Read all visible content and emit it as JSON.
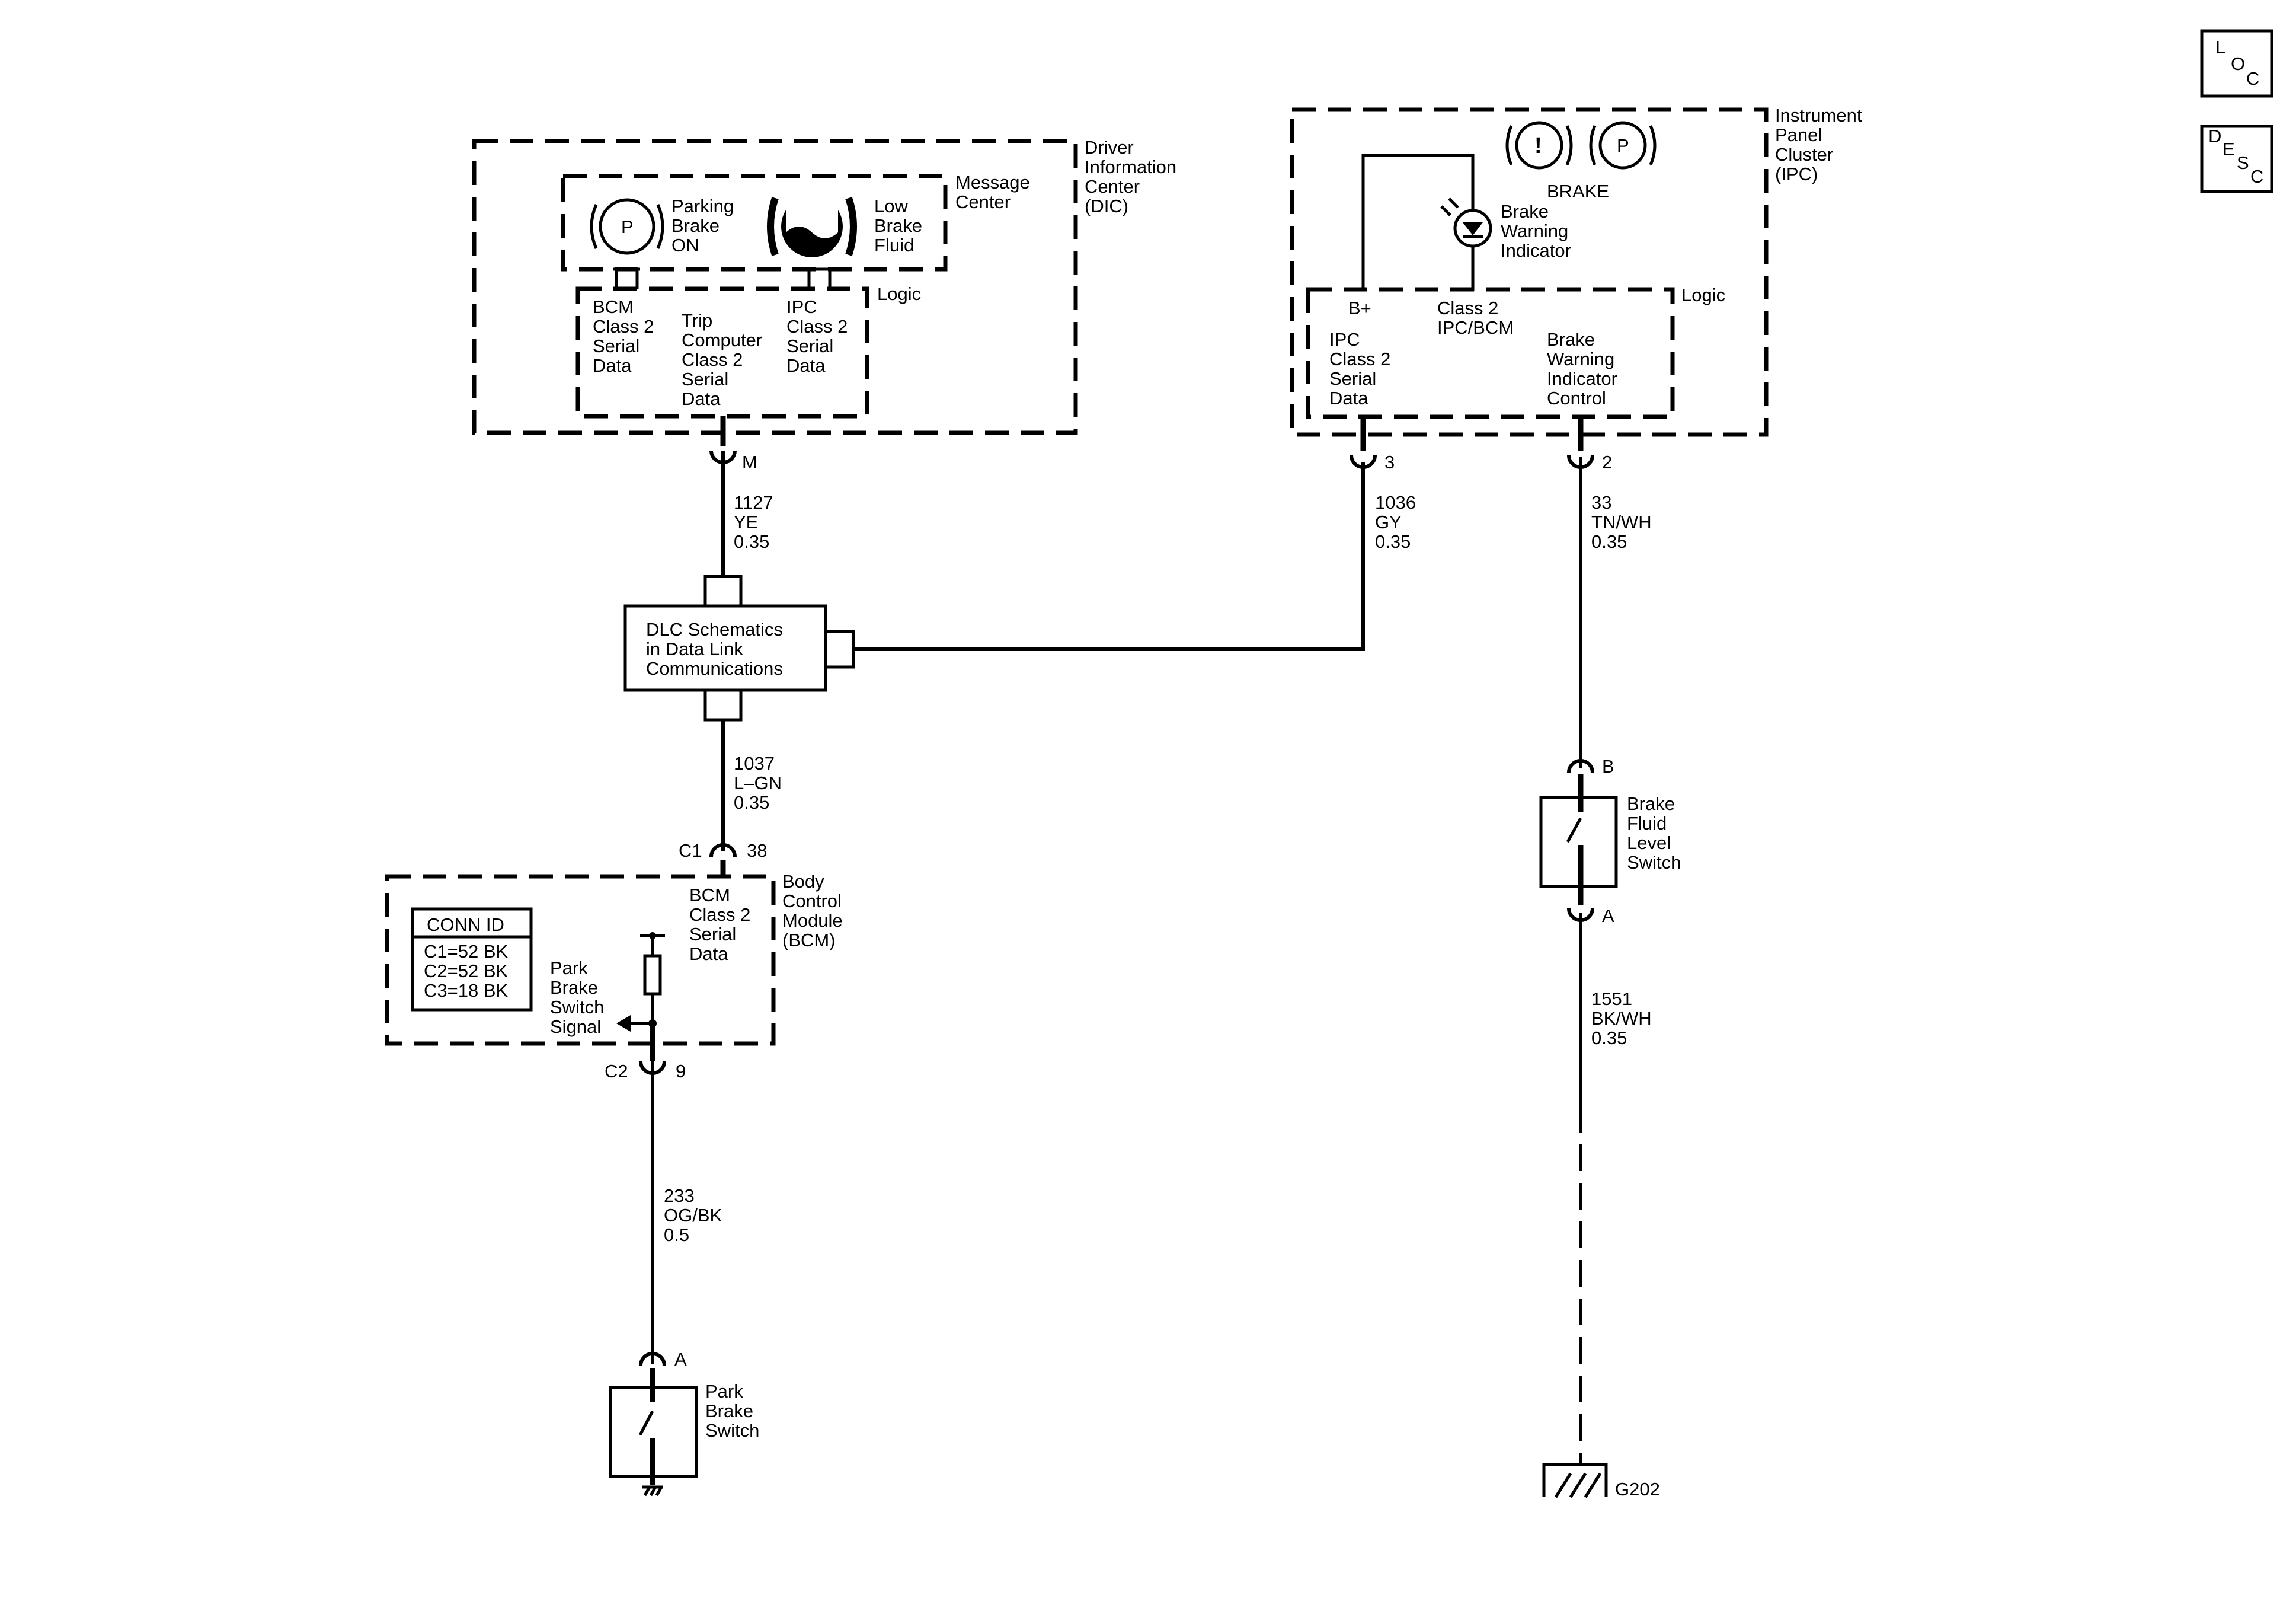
{
  "corner_icons": {
    "loc": [
      "L",
      "O",
      "C"
    ],
    "desc": [
      "D",
      "E",
      "S",
      "C"
    ]
  },
  "dic": {
    "title": [
      "Driver",
      "Information",
      "Center",
      "(DIC)"
    ],
    "message_center": [
      "Message",
      "Center"
    ],
    "logic": "Logic",
    "parking_brake_icon": "P",
    "parking_brake_label": [
      "Parking",
      "Brake",
      "ON"
    ],
    "low_brake_fluid_label": [
      "Low",
      "Brake",
      "Fluid"
    ],
    "bcm_data": [
      "BCM",
      "Class 2",
      "Serial",
      "Data"
    ],
    "trip_data": [
      "Trip",
      "Computer",
      "Class 2",
      "Serial",
      "Data"
    ],
    "ipc_data": [
      "IPC",
      "Class 2",
      "Serial",
      "Data"
    ],
    "pin": "M"
  },
  "ipc": {
    "title": [
      "Instrument",
      "Panel",
      "Cluster",
      "(IPC)"
    ],
    "brake_text": "BRAKE",
    "exclaim_icon": "!",
    "p_icon": "P",
    "indicator_label": [
      "Brake",
      "Warning",
      "Indicator"
    ],
    "logic": "Logic",
    "b_plus": "B+",
    "class2": [
      "Class 2",
      "IPC/BCM"
    ],
    "ipc_data": [
      "IPC",
      "Class 2",
      "Serial",
      "Data"
    ],
    "control": [
      "Brake",
      "Warning",
      "Indicator",
      "Control"
    ],
    "pin_left": "3",
    "pin_right": "2"
  },
  "wires": {
    "w1127": [
      "1127",
      "YE",
      "0.35"
    ],
    "w1036": [
      "1036",
      "GY",
      "0.35"
    ],
    "w33": [
      "33",
      "TN/WH",
      "0.35"
    ],
    "w1037": [
      "1037",
      "L–GN",
      "0.35"
    ],
    "w233": [
      "233",
      "OG/BK",
      "0.5"
    ],
    "w1551": [
      "1551",
      "BK/WH",
      "0.35"
    ]
  },
  "dlc": {
    "label": [
      "DLC Schematics",
      "in Data Link",
      "Communications"
    ]
  },
  "bcm": {
    "title": [
      "Body",
      "Control",
      "Module",
      "(BCM)"
    ],
    "data": [
      "BCM",
      "Class 2",
      "Serial",
      "Data"
    ],
    "signal": [
      "Park",
      "Brake",
      "Switch",
      "Signal"
    ],
    "conn_header": "CONN ID",
    "conn_rows": [
      "C1=52 BK",
      "C2=52 BK",
      "C3=18 BK"
    ],
    "c1": "C1",
    "c1_pin": "38",
    "c2": "C2",
    "c2_pin": "9"
  },
  "park_switch": {
    "label": [
      "Park",
      "Brake",
      "Switch"
    ],
    "pin": "A"
  },
  "fluid_switch": {
    "label": [
      "Brake",
      "Fluid",
      "Level",
      "Switch"
    ],
    "pin_top": "B",
    "pin_bottom": "A"
  },
  "ground": {
    "label": "G202"
  }
}
